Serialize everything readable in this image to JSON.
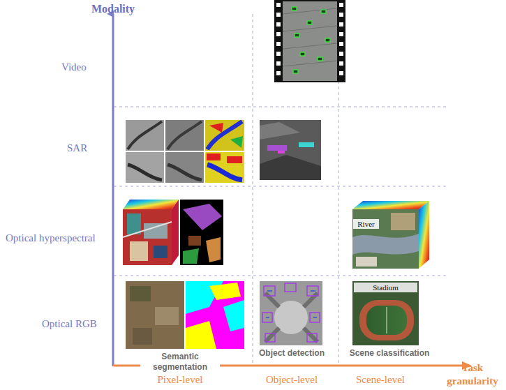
{
  "diagram": {
    "nodes": [
      {
        "text": [
          "River"
        ]
      },
      {
        "text": [
          "Stadium"
        ]
      }
    ],
    "labels": [
      "Modality",
      "Video",
      "SAR",
      "Optical hyperspectral",
      "Optical RGB",
      "Semantic segmentation",
      "Object detection",
      "Scene classification",
      "Pixel-level",
      "Object-level",
      "Scene-level",
      "Task granularity"
    ]
  }
}
